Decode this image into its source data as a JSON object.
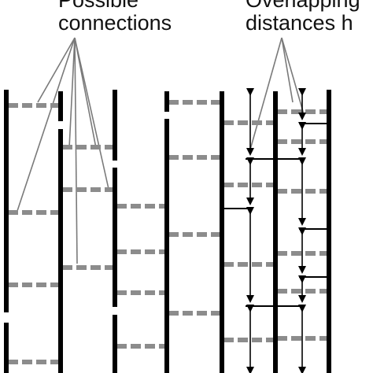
{
  "labels": {
    "possible_connections": [
      "Possible",
      "connections"
    ],
    "overlapping_distances": [
      "Overlapping",
      "distances h"
    ]
  },
  "colors": {
    "chain": "#000000",
    "connection": "#8c8c8c",
    "pointer": "#7a7a7a",
    "arrow": "#000000",
    "background": "#ffffff"
  }
}
